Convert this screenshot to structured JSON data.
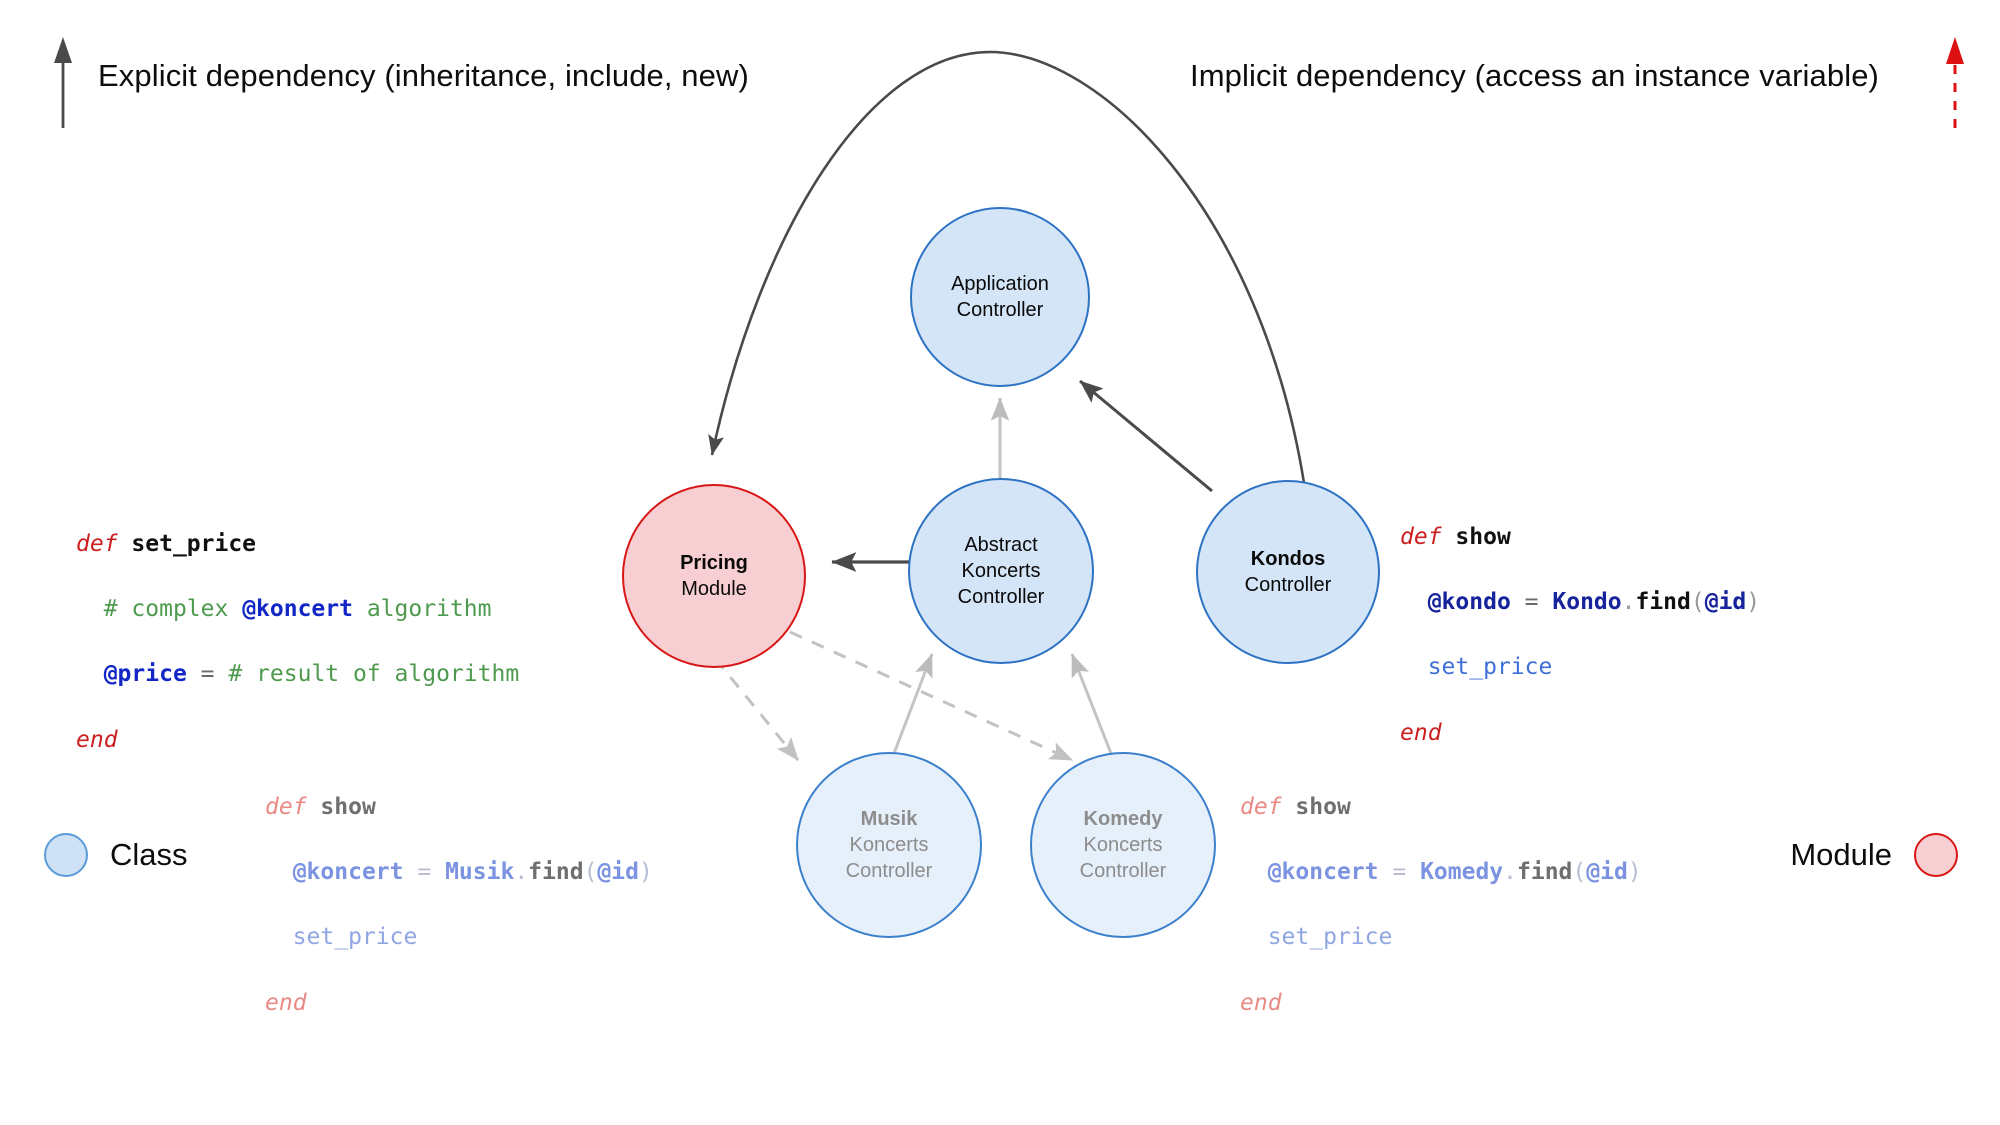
{
  "legend_top": {
    "explicit": "Explicit dependency (inheritance, include, new)",
    "implicit": "Implicit dependency (access an instance variable)",
    "explicit_arrow_icon": "solid-up-arrow-icon",
    "implicit_arrow_icon": "dashed-red-up-arrow-icon"
  },
  "legend_bottom": {
    "class_label": "Class",
    "module_label": "Module"
  },
  "colors": {
    "class_fill": "#d4e5f7",
    "class_stroke": "#2d72c4",
    "module_fill": "#f7cfd2",
    "module_stroke": "#d81616",
    "faded_fill": "#e6f0fb",
    "faded_stroke": "#3b80cc",
    "edge_explicit": "#4a4a4a",
    "edge_implicit": "#b8b8b8",
    "implicit_marker_red": "#dd1111"
  },
  "nodes": [
    {
      "id": "application-controller",
      "kind": "class",
      "lines": [
        {
          "t": "Application",
          "bold": false
        },
        {
          "t": "Controller",
          "bold": false
        }
      ]
    },
    {
      "id": "pricing-module",
      "kind": "module",
      "lines": [
        {
          "t": "Pricing",
          "bold": true
        },
        {
          "t": "Module",
          "bold": false
        }
      ]
    },
    {
      "id": "abstract-koncerts-controller",
      "kind": "class",
      "lines": [
        {
          "t": "Abstract",
          "bold": false
        },
        {
          "t": "Koncerts",
          "bold": false
        },
        {
          "t": "Controller",
          "bold": false
        }
      ]
    },
    {
      "id": "kondos-controller",
      "kind": "class",
      "lines": [
        {
          "t": "Kondos",
          "bold": true
        },
        {
          "t": "Controller",
          "bold": false
        }
      ]
    },
    {
      "id": "musik-koncerts-controller",
      "kind": "faded",
      "lines": [
        {
          "t": "Musik",
          "bold": true
        },
        {
          "t": "Koncerts",
          "bold": false
        },
        {
          "t": "Controller",
          "bold": false
        }
      ]
    },
    {
      "id": "komedy-koncerts-controller",
      "kind": "faded",
      "lines": [
        {
          "t": "Komedy",
          "bold": true
        },
        {
          "t": "Koncerts",
          "bold": false
        },
        {
          "t": "Controller",
          "bold": false
        }
      ]
    }
  ],
  "edges": [
    {
      "from": "kondos-controller",
      "to": "pricing-module",
      "style": "explicit-curved"
    },
    {
      "from": "kondos-controller",
      "to": "application-controller",
      "style": "explicit"
    },
    {
      "from": "abstract-koncerts-controller",
      "to": "application-controller",
      "style": "implicit"
    },
    {
      "from": "abstract-koncerts-controller",
      "to": "pricing-module",
      "style": "explicit"
    },
    {
      "from": "musik-koncerts-controller",
      "to": "abstract-koncerts-controller",
      "style": "implicit"
    },
    {
      "from": "komedy-koncerts-controller",
      "to": "abstract-koncerts-controller",
      "style": "implicit"
    },
    {
      "from": "pricing-module",
      "to": "musik-koncerts-controller",
      "style": "implicit-dashed"
    },
    {
      "from": "pricing-module",
      "to": "komedy-koncerts-controller",
      "style": "implicit-dashed"
    }
  ],
  "code_blocks": {
    "pricing_set_price": {
      "id": "code-pricing-set-price",
      "lines": [
        "def set_price",
        "  # complex @koncert algorithm",
        "  @price = # result of algorithm",
        "end"
      ]
    },
    "kondos_show": {
      "id": "code-kondos-show",
      "lines": [
        "def show",
        "  @kondo = Kondo.find(@id)",
        "  set_price",
        "end"
      ]
    },
    "musik_show": {
      "id": "code-musik-show",
      "lines": [
        "def show",
        "  @koncert = Musik.find(@id)",
        "  set_price",
        "end"
      ]
    },
    "komedy_show": {
      "id": "code-komedy-show",
      "lines": [
        "def show",
        "  @koncert = Komedy.find(@id)",
        "  set_price",
        "end"
      ]
    }
  }
}
